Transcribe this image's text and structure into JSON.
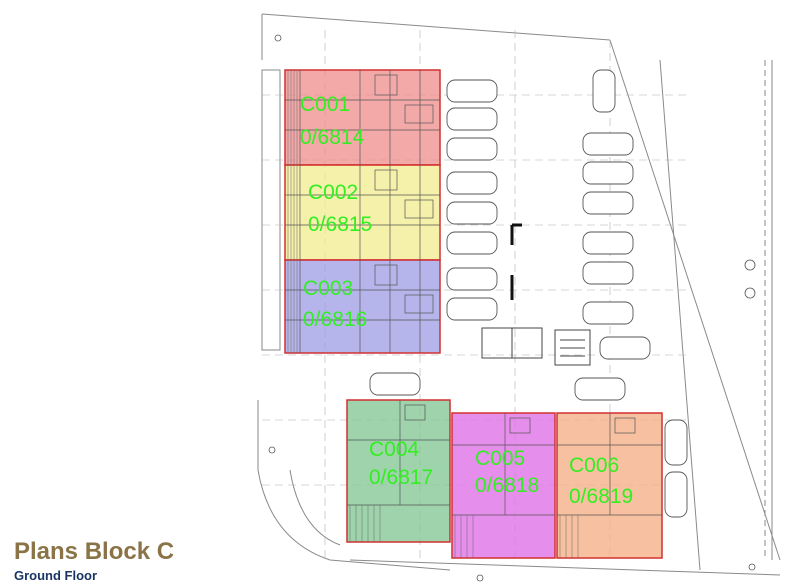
{
  "caption": {
    "title": "Plans Block C",
    "subtitle": "Ground Floor"
  },
  "units": [
    {
      "code": "C001",
      "ref": "0/6814",
      "color": "#f08c8c"
    },
    {
      "code": "C002",
      "ref": "0/6815",
      "color": "#f2ec8f"
    },
    {
      "code": "C003",
      "ref": "0/6816",
      "color": "#9c9ce6"
    },
    {
      "code": "C004",
      "ref": "0/6817",
      "color": "#86c896"
    },
    {
      "code": "C005",
      "ref": "0/6818",
      "color": "#e27ae8"
    },
    {
      "code": "C006",
      "ref": "0/6819",
      "color": "#f5b289"
    }
  ],
  "colors": {
    "label": "#33ee22",
    "caption_title": "#8a7447",
    "caption_subtitle": "#1a3563",
    "drawing_line": "#8a8a8a"
  }
}
